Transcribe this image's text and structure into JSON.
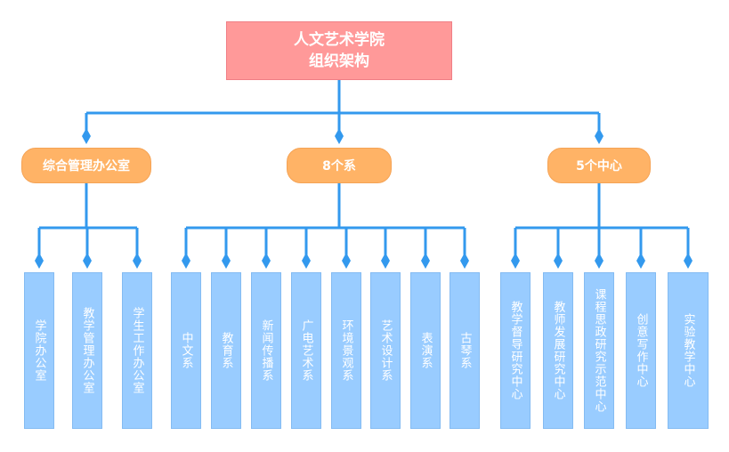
{
  "root": {
    "line1": "人文艺术学院",
    "line2": "组织架构"
  },
  "groups": [
    {
      "label": "综合管理办公室",
      "units": [
        "学院办公室",
        "教学管理办公室",
        "学生工作办公室"
      ]
    },
    {
      "label": "8个系",
      "units": [
        "中文系",
        "教育系",
        "新闻传播系",
        "广电艺术系",
        "环境景观系",
        "艺术设计系",
        "表演系",
        "古琴系"
      ]
    },
    {
      "label": "5个中心",
      "units": [
        "教学督导研究中心",
        "教师发展研究中心",
        "课程思政研究示范中心",
        "创意写作中心",
        "实验教学中心"
      ]
    }
  ],
  "colors": {
    "root_fill": "#ff9999",
    "group_fill": "#ffb366",
    "unit_fill": "#99ccff",
    "connector": "#3399ee"
  }
}
